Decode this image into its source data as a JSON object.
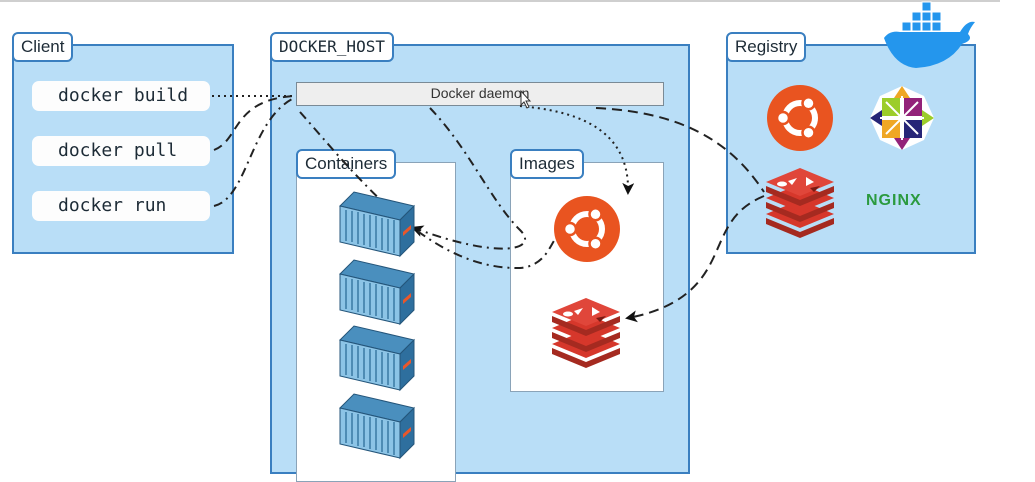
{
  "panels": {
    "client": {
      "label": "Client"
    },
    "docker_host": {
      "label": "DOCKER_HOST"
    },
    "registry": {
      "label": "Registry"
    }
  },
  "client": {
    "commands": [
      "docker build",
      "docker pull",
      "docker run"
    ]
  },
  "host": {
    "daemon": "Docker daemon",
    "containers_label": "Containers",
    "images_label": "Images"
  },
  "registry": {
    "nginx_text": "NGINX",
    "images": [
      "ubuntu-logo",
      "centos-logo",
      "redis-logo",
      "nginx-logo"
    ]
  },
  "colors": {
    "panel_fill": "#b9def7",
    "panel_border": "#3a7fc0",
    "ubuntu": "#e95420",
    "redis": "#d6372b",
    "docker_blue": "#2496ed",
    "nginx_green": "#2b9a3f"
  }
}
